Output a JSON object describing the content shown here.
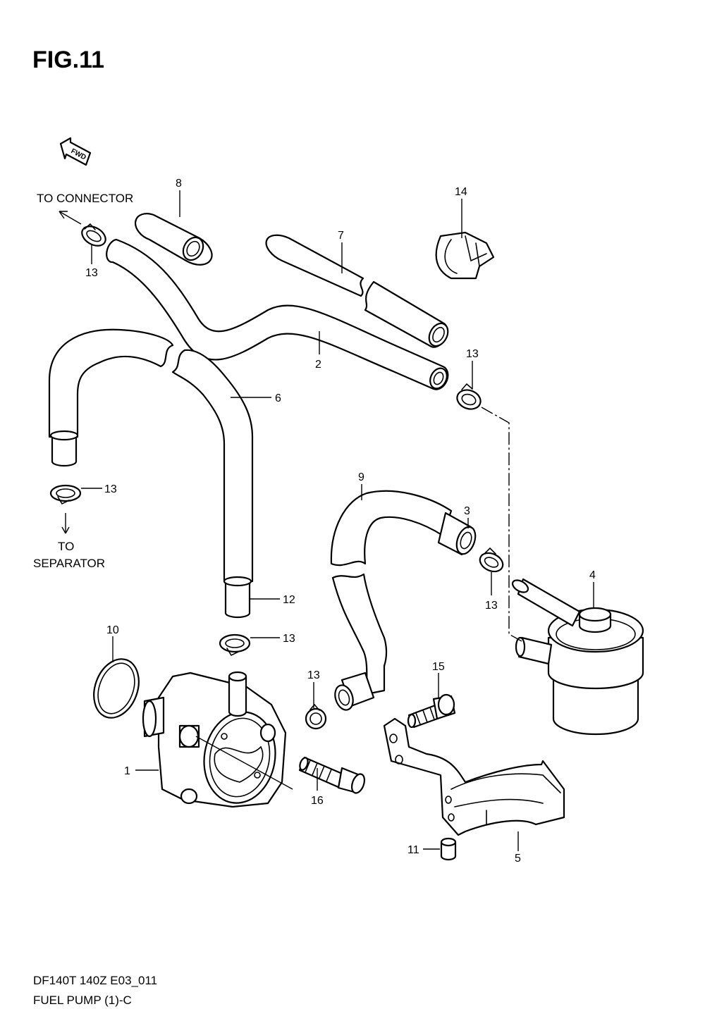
{
  "figure_title": "FIG.11",
  "fwd_label": "FWD",
  "notes": {
    "to_connector": "TO CONNECTOR",
    "to_separator_1": "TO",
    "to_separator_2": "SEPARATOR"
  },
  "callouts": {
    "c1": "1",
    "c2": "2",
    "c3": "3",
    "c4": "4",
    "c5": "5",
    "c6": "6",
    "c7": "7",
    "c8": "8",
    "c9": "9",
    "c10": "10",
    "c11": "11",
    "c12": "12",
    "c13_a": "13",
    "c13_b": "13",
    "c13_c": "13",
    "c13_d": "13",
    "c13_e": "13",
    "c13_f": "13",
    "c14": "14",
    "c15": "15",
    "c16": "16"
  },
  "footer": {
    "model": "DF140T 140Z E03_011",
    "section": "FUEL PUMP (1)-C"
  }
}
